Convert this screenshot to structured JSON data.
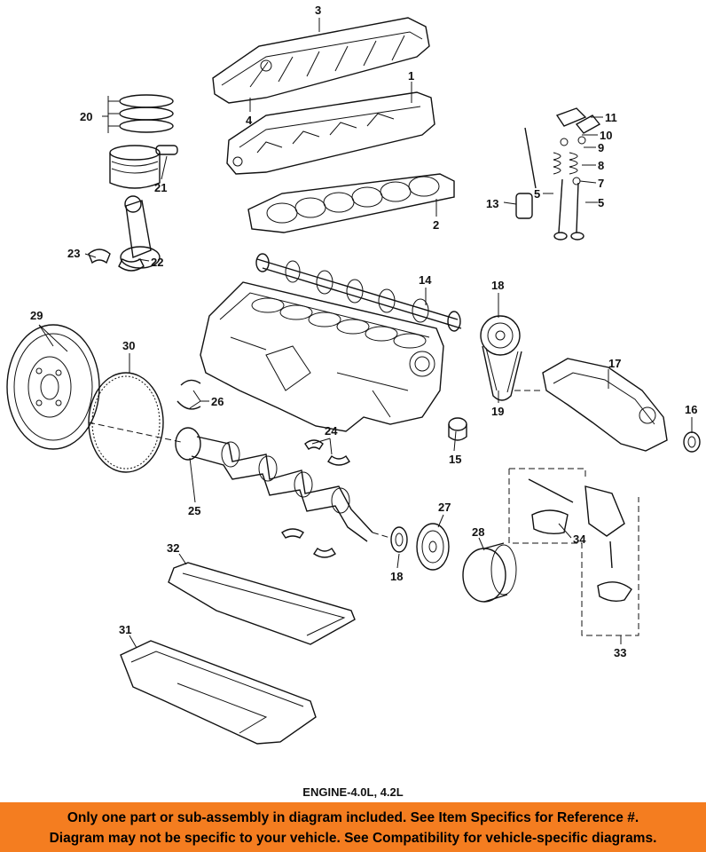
{
  "caption": "ENGINE-4.0L, 4.2L",
  "notice": {
    "line1": "Only one part or sub-assembly in diagram included. See Item Specifics for Reference #.",
    "line2": "Diagram may not be specific to your vehicle. See Compatibility for vehicle-specific diagrams."
  },
  "callouts": {
    "c1": "1",
    "c2": "2",
    "c3": "3",
    "c4": "4",
    "c5a": "5",
    "c5b": "5",
    "c7": "7",
    "c8": "8",
    "c9": "9",
    "c10": "10",
    "c11": "11",
    "c13": "13",
    "c14": "14",
    "c15": "15",
    "c16": "16",
    "c17": "17",
    "c18a": "18",
    "c18b": "18",
    "c19": "19",
    "c20": "20",
    "c21": "21",
    "c22": "22",
    "c23": "23",
    "c24": "24",
    "c25": "25",
    "c26": "26",
    "c27": "27",
    "c28": "28",
    "c29": "29",
    "c30": "30",
    "c31": "31",
    "c32": "32",
    "c33": "33",
    "c34": "34"
  }
}
